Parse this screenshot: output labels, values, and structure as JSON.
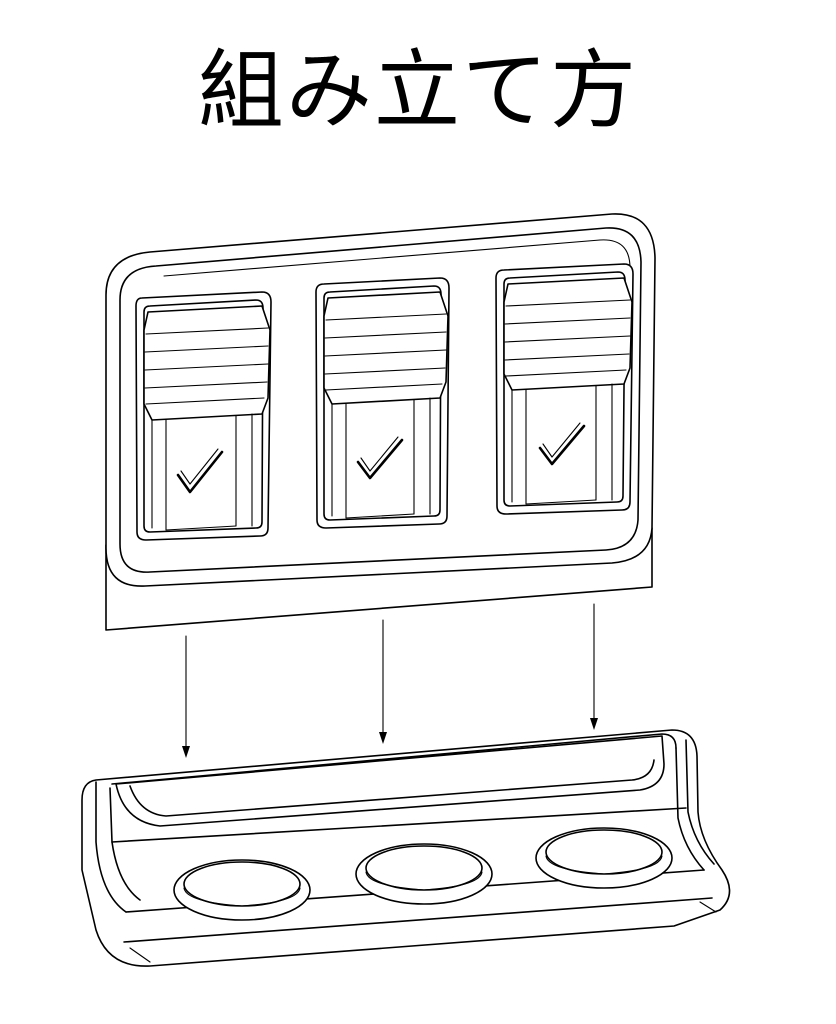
{
  "title": "組み立て方",
  "parts": {
    "holder": "holder-panel",
    "base": "base-tray",
    "slot_count": 3
  }
}
